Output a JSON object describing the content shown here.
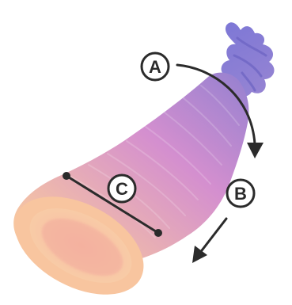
{
  "diagram": {
    "callouts": [
      {
        "id": "a",
        "letter": "A"
      },
      {
        "id": "b",
        "letter": "B"
      },
      {
        "id": "c",
        "letter": "C"
      }
    ],
    "colors": {
      "ink": "#2b2b2b",
      "badge_fill": "#ffffff",
      "tube_top": "#8d7fd0",
      "tube_middle": "#d48fcf",
      "tube_bottom": "#f7c7a0",
      "opening_inner": "#f4b6a8",
      "background": "#ffffff"
    }
  }
}
